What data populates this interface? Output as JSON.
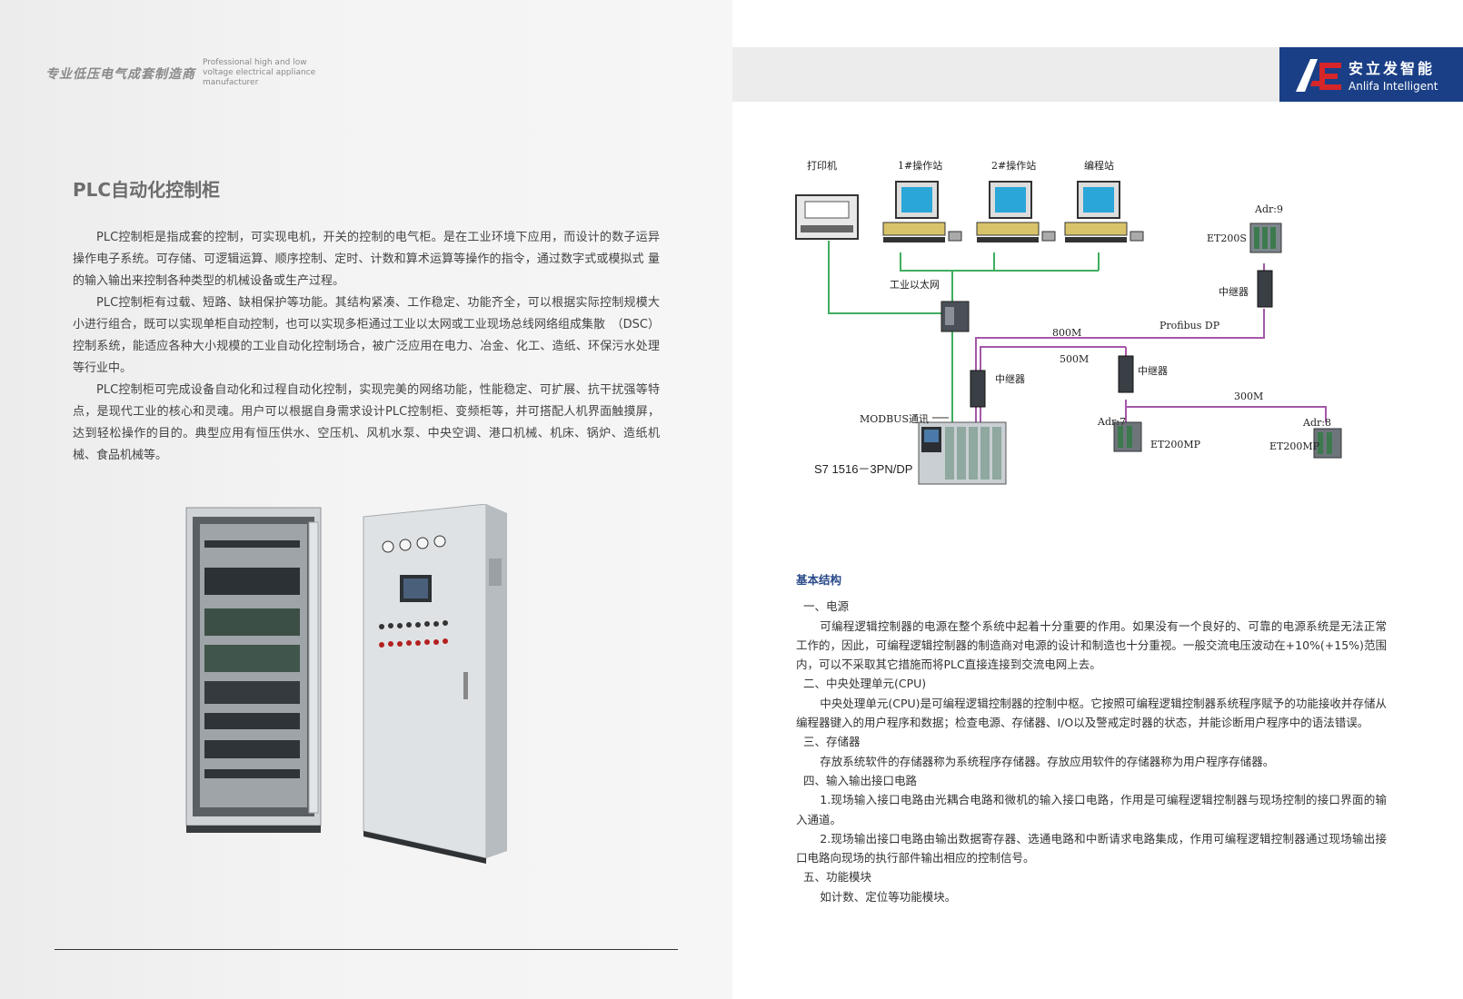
{
  "left_page": {
    "tagline_cn": "专业低压电气成套制造商",
    "tagline_en": "Professional high and low voltage electrical appliance manufacturer",
    "title": "PLC自动化控制柜",
    "paragraphs": [
      "PLC控制柜是指成套的控制，可实现电机，开关的控制的电气柜。是在工业环境下应用，而设计的数子运异 操作电子系统。可存储、可逻辑运算、顺序控制、定时、计数和算术运算等操作的指令，通过数字式或模拟式 量的输入输出来控制各种类型的机械设备或生产过程。",
      "PLC控制柜有过载、短路、缺相保护等功能。其结构紧凑、工作稳定、功能齐全，可以根据实际控制规模大小进行组合，既可以实现单柜自动控制，也可以实现多柜通过工业以太网或工业现场总线网络组成集散　（DSC）控制系统，能适应各种大小规模的工业自动化控制场合，被广泛应用在电力、冶金、化工、造纸、环保污水处理等行业中。",
      "PLC控制柜可完成设备自动化和过程自动化控制，实现完美的网络功能，性能稳定、可扩展、抗干扰强等特点，是现代工业的核心和灵魂。用户可以根据自身需求设计PLC控制柜、变频柜等，并可搭配人机界面触摸屏，达到轻松操作的目的。典型应用有恒压供水、空压机、风机水泵、中央空调、港口机械、机床、锅炉、造纸机械、食品机械等。"
    ]
  },
  "logo": {
    "cn": "安立发智能",
    "en": "Anlifa Intelligent"
  },
  "diagram": {
    "printer": "打印机",
    "station1": "1#操作站",
    "station2": "2#操作站",
    "prog_station": "编程站",
    "ethernet": "工业以太网",
    "adr9": "Adr:9",
    "et200s": "ET200S",
    "repeater": "中继器",
    "profibus": "Profibus DP",
    "d800": "800M",
    "d500": "500M",
    "d300": "300M",
    "modbus": "MODBUS通讯",
    "adr7": "Adr:7",
    "adr8": "Adr:8",
    "et200mp": "ET200MP",
    "plc": "S7 1516－3PN/DP"
  },
  "structure": {
    "heading": "基本结构",
    "lines": [
      {
        "kind": "h",
        "text": "一、电源"
      },
      {
        "kind": "b",
        "text": "可编程逻辑控制器的电源在整个系统中起着十分重要的作用。如果没有一个良好的、可靠的电源系统是无法正常工作的，因此，可编程逻辑控制器的制造商对电源的设计和制造也十分重视。一般交流电压波动在+10%(+15%)范围内，可以不采取其它措施而将PLC直接连接到交流电网上去。"
      },
      {
        "kind": "h",
        "text": "二、中央处理单元(CPU)"
      },
      {
        "kind": "b",
        "text": "中央处理单元(CPU)是可编程逻辑控制器的控制中枢。它按照可编程逻辑控制器系统程序赋予的功能接收并存储从编程器键入的用户程序和数据；检查电源、存储器、I/O以及警戒定时器的状态，并能诊断用户程序中的语法错误。"
      },
      {
        "kind": "h",
        "text": "三、存储器"
      },
      {
        "kind": "b",
        "text": "存放系统软件的存储器称为系统程序存储器。存放应用软件的存储器称为用户程序存储器。"
      },
      {
        "kind": "h",
        "text": "四、输入输出接口电路"
      },
      {
        "kind": "b",
        "text": "1.现场输入接口电路由光耦合电路和微机的输入接口电路，作用是可编程逻辑控制器与现场控制的接口界面的输入通道。"
      },
      {
        "kind": "b",
        "text": "2.现场输出接口电路由输出数据寄存器、选通电路和中断请求电路集成，作用可编程逻辑控制器通过现场输出接口电路向现场的执行部件输出相应的控制信号。"
      },
      {
        "kind": "h",
        "text": "五、功能模块"
      },
      {
        "kind": "b",
        "text": "如计数、定位等功能模块。"
      }
    ]
  }
}
